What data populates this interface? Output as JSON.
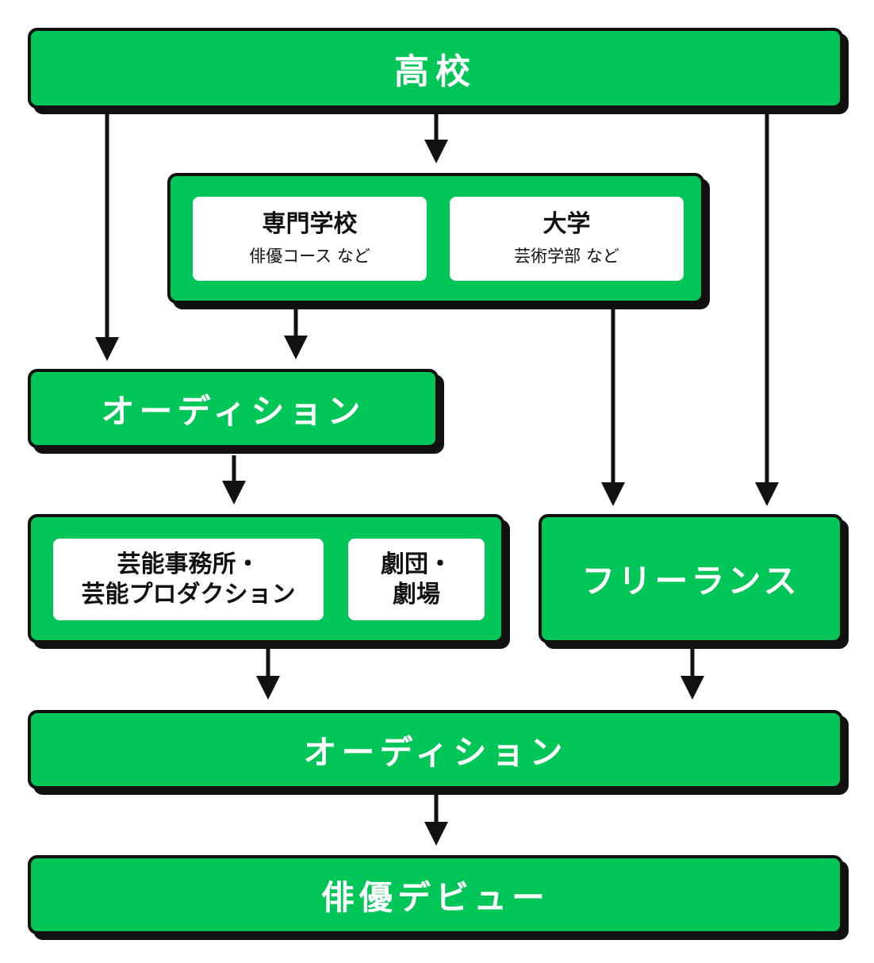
{
  "colors": {
    "box_fill": "#00c557",
    "border": "#111111",
    "inner_fill": "#ffffff",
    "text_light": "#ffffff",
    "text_dark": "#111111"
  },
  "nodes": {
    "high_school": "高校",
    "vocational": {
      "title": "専門学校",
      "sub": "俳優コース など"
    },
    "university": {
      "title": "大学",
      "sub": "芸術学部 など"
    },
    "audition_1": "オーディション",
    "agency": {
      "line1": "芸能事務所・",
      "line2": "芸能プロダクション"
    },
    "theater": {
      "line1": "劇団・",
      "line2": "劇場"
    },
    "freelance": "フリーランス",
    "audition_2": "オーディション",
    "debut": "俳優デビュー"
  }
}
